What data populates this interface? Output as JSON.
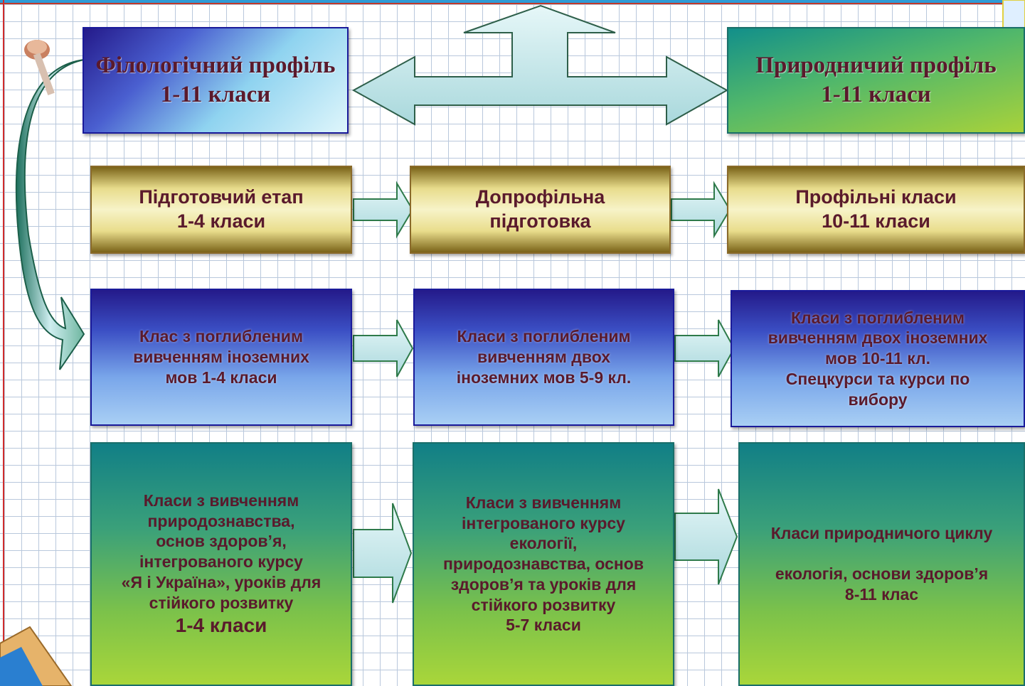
{
  "profiles": {
    "philological": {
      "line1": "Філологічний профіль",
      "line2": "1-11 класи"
    },
    "natural": {
      "line1": "Природничий профіль",
      "line2": "1-11 класи"
    }
  },
  "stages": {
    "preparatory": {
      "line1": "Підготовчий етап",
      "line2": "1-4 класи"
    },
    "preprofile": {
      "line1": "Допрофільна",
      "line2": "підготовка"
    },
    "profile": {
      "line1": "Профільні класи",
      "line2": "10-11 класи"
    }
  },
  "language_track": {
    "box1": [
      "Клас з поглибленим",
      "вивченням іноземних",
      "мов 1-4 класи"
    ],
    "box2": [
      "Класи з поглибленим",
      "вивченням двох",
      "іноземних мов 5-9 кл."
    ],
    "box3": [
      "Класи з поглибленим",
      "вивченням двох  іноземних",
      "мов 10-11 кл.",
      "Спецкурси та курси по",
      "вибору"
    ]
  },
  "nature_track": {
    "box1": [
      "Класи з вивченням",
      "природознавства,",
      "основ здоров’я,",
      "інтегрованого курсу",
      "«Я і Україна», уроків для",
      "стійкого розвитку",
      "1-4 класи"
    ],
    "box2": [
      "Класи з вивченням",
      "інтегрованого курсу",
      "екології,",
      "природознавства, основ",
      "здоров’я та уроків для",
      "стійкого розвитку",
      "5-7 класи"
    ],
    "box3": [
      "Класи природничого циклу",
      "екологія, основи здоров’я",
      "8-11 клас"
    ]
  },
  "colors": {
    "text": "#5a1a2c",
    "arrow_fill": "#c9eaf0",
    "arrow_stroke": "#2e5f4a",
    "grid": "#b9c8dc"
  }
}
